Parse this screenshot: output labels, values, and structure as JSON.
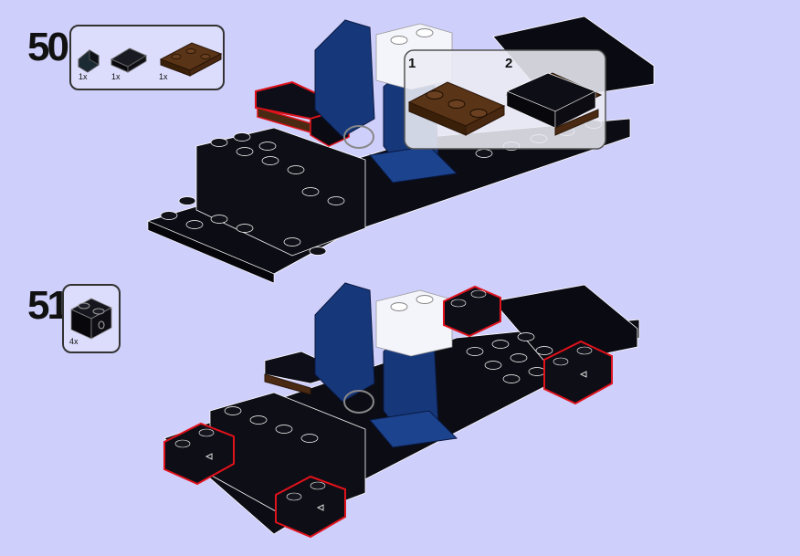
{
  "step50": {
    "number": "50",
    "parts": [
      {
        "qty": "1x",
        "icon": "dark-slope-brick-icon"
      },
      {
        "qty": "1x",
        "icon": "black-tile-1x2-icon"
      },
      {
        "qty": "1x",
        "icon": "brown-plate-1x3-icon"
      }
    ],
    "callout": {
      "sub1": "1",
      "sub2": "2"
    }
  },
  "step51": {
    "number": "51",
    "parts": [
      {
        "qty": "4x",
        "icon": "black-technic-brick-1x2-icon"
      }
    ]
  },
  "colors": {
    "background": "#cfcffb",
    "highlight": "#e0121b",
    "brick_black": "#0e0e16",
    "seat_blue": "#16387a",
    "brown": "#4a2a12"
  }
}
